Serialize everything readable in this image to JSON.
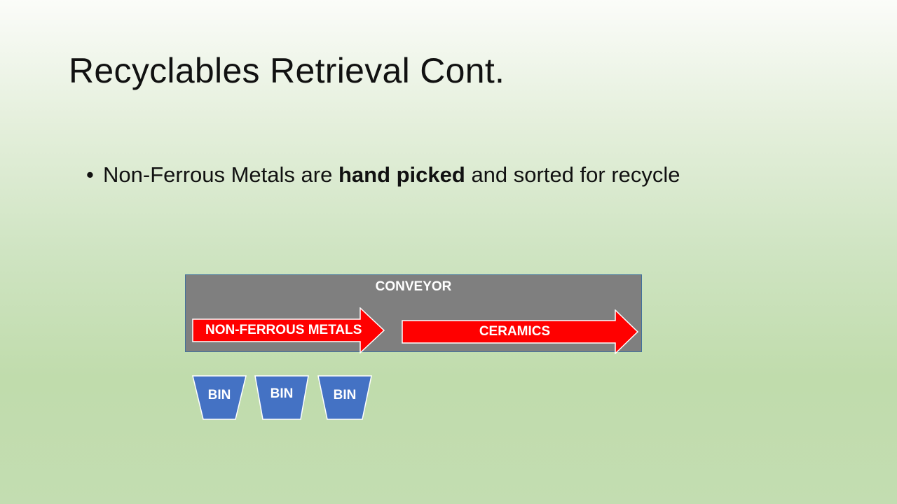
{
  "slide": {
    "title": "Recyclables Retrieval Cont.",
    "bullet": {
      "before": "Non-Ferrous Metals are ",
      "bold": "hand picked",
      "after": " and sorted for recycle"
    }
  },
  "diagram": {
    "conveyor_label": "CONVEYOR",
    "arrows": [
      {
        "label": "NON-FERROUS METALS"
      },
      {
        "label": "CERAMICS"
      }
    ],
    "bins": [
      {
        "label": "BIN"
      },
      {
        "label": "BIN"
      },
      {
        "label": "BIN"
      }
    ],
    "colors": {
      "conveyor": "#7f7f7f",
      "arrow": "#ff0000",
      "bin": "#4472c4",
      "outline": "#ffffff"
    }
  }
}
